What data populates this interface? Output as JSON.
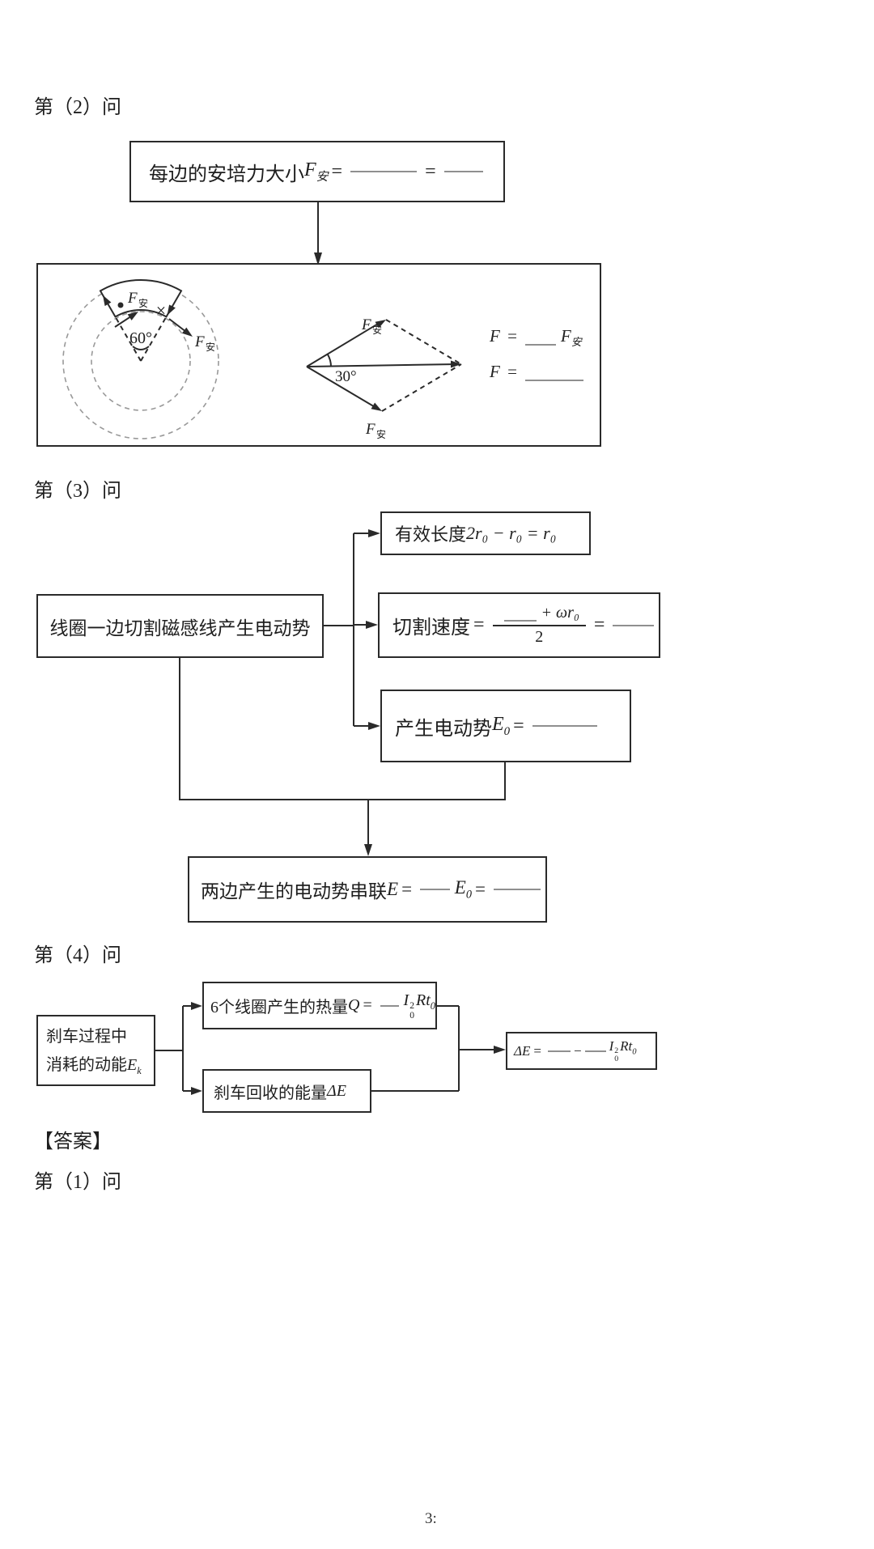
{
  "page_number": "3:",
  "q2": {
    "heading": "第（2）问",
    "force_box": {
      "label": "每边的安培力大小",
      "F": "F",
      "F_sub": "安",
      "eq": "="
    },
    "sector": {
      "angle": "60°",
      "F": "F",
      "F_sub": "安",
      "cross": "×"
    },
    "vectors": {
      "angle": "30°",
      "F": "F",
      "F_sub": "安"
    },
    "results": {
      "F": "F",
      "eq": "=",
      "F_sub": "安"
    }
  },
  "q3": {
    "heading": "第（3）问",
    "length_box": {
      "label": "有效长度",
      "formula": "2r₀ − r₀ = r₀"
    },
    "source_box": {
      "label": "线圈一边切割磁感线产生电动势"
    },
    "speed_box": {
      "label": "切割速度",
      "eq": "=",
      "num_tail": "+ ωr₀",
      "den": "2"
    },
    "emf_box": {
      "label": "产生电动势",
      "E": "E",
      "E_sub": "0",
      "eq": "="
    },
    "series_box": {
      "label": "两边产生的电动势串联",
      "E": "E",
      "eq": "=",
      "E0": "E",
      "E0_sub": "0"
    }
  },
  "q4": {
    "heading": "第（4）问",
    "heat_box": {
      "label": "6个线圈产生的热量",
      "Q": "Q",
      "eq": "=",
      "I": "I",
      "I_sup": "2",
      "I_sub": "0",
      "Rt": "Rt",
      "Rt_sub": "0"
    },
    "kinetic_box": {
      "line1": "刹车过程中",
      "line2": "消耗的动能",
      "E": "E",
      "E_sub": "k"
    },
    "recover_box": {
      "label": "刹车回收的能量",
      "dE": "ΔE"
    },
    "result_box": {
      "dE": "ΔE",
      "eq": "=",
      "minus": "−",
      "I": "I",
      "I_sup": "2",
      "I_sub": "0",
      "Rt": "Rt",
      "Rt_sub": "0"
    }
  },
  "answer": {
    "heading": "【答案】",
    "q1_heading": "第（1）问"
  }
}
